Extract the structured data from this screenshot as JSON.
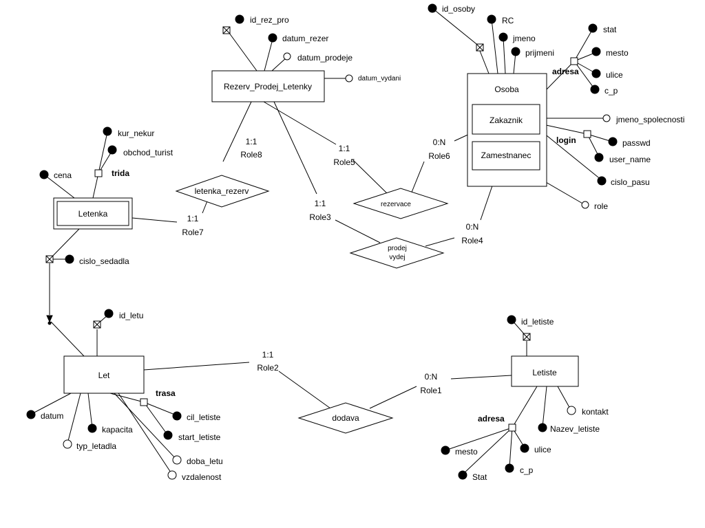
{
  "entities": {
    "rezerv": "Rezerv_Prodej_Letenky",
    "osoba": "Osoba",
    "zakaznik": "Zakaznik",
    "zamestnanec": "Zamestnanec",
    "letenka": "Letenka",
    "let": "Let",
    "letiste": "Letiste"
  },
  "relationships": {
    "letenka_rezerv": "letenka_rezerv",
    "rezervace": "rezervace",
    "prodej_line1": "prodej",
    "prodej_line2": "vydej",
    "dodava": "dodava"
  },
  "cardinalities": {
    "c8": "1:1",
    "r8": "Role8",
    "c7": "1:1",
    "r7": "Role7",
    "c5": "1:1",
    "r5": "Role5",
    "c6": "0:N",
    "r6": "Role6",
    "c3": "1:1",
    "r3": "Role3",
    "c4": "0:N",
    "r4": "Role4",
    "c2": "1:1",
    "r2": "Role2",
    "c1": "0:N",
    "r1": "Role1"
  },
  "attributes": {
    "id_rez_pro": "id_rez_pro",
    "datum_rezer": "datum_rezer",
    "datum_prodeje": "datum_prodeje",
    "datum_vydani": "datum_vydani",
    "id_osoby": "id_osoby",
    "rc": "RC",
    "jmeno": "jmeno",
    "prijmeni": "prijmeni",
    "adresa_osoba": "adresa",
    "stat": "stat",
    "mesto": "mesto",
    "ulice": "ulice",
    "c_p": "c_p",
    "jmeno_spolecnosti": "jmeno_spolecnosti",
    "login": "login",
    "passwd": "passwd",
    "user_name": "user_name",
    "cislo_pasu": "cislo_pasu",
    "role": "role",
    "kur_nekur": "kur_nekur",
    "obchod_turist": "obchod_turist",
    "trida": "trida",
    "cena": "cena",
    "cislo_sedadla": "cislo_sedadla",
    "id_letu": "id_letu",
    "datum": "datum",
    "typ_letadla": "typ_letadla",
    "kapacita": "kapacita",
    "trasa": "trasa",
    "cil_letiste": "cil_letiste",
    "start_letiste": "start_letiste",
    "doba_letu": "doba_letu",
    "vzdalenost": "vzdalenost",
    "id_letiste": "id_letiste",
    "kontakt": "kontakt",
    "nazev_letiste": "Nazev_letiste",
    "adresa_letiste": "adresa",
    "l_mesto": "mesto",
    "l_ulice": "ulice",
    "l_stat": "Stat",
    "l_c_p": "c_p"
  }
}
